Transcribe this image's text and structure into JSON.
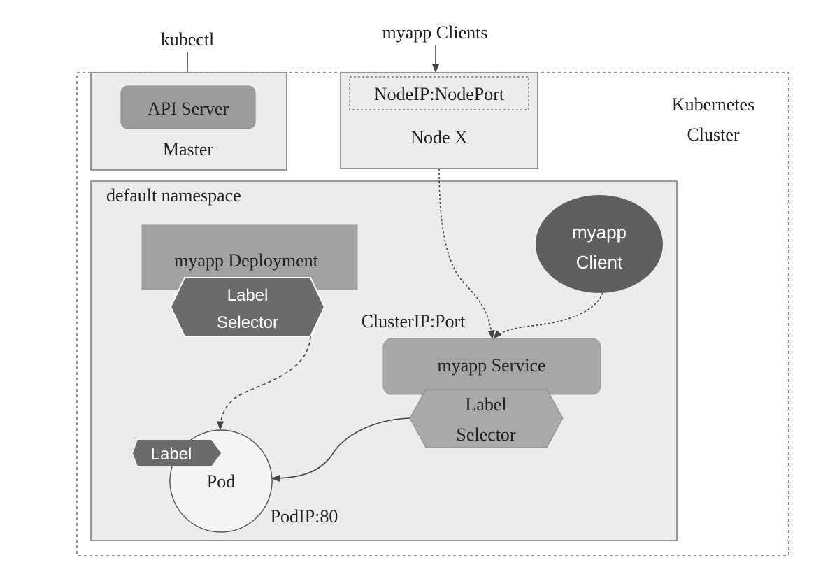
{
  "external": {
    "kubectl": "kubectl",
    "myapp_clients": "myapp Clients"
  },
  "cluster": {
    "label_line1": "Kubernetes",
    "label_line2": "Cluster"
  },
  "master": {
    "api_server": "API Server",
    "label": "Master"
  },
  "node": {
    "nodeport": "NodeIP:NodePort",
    "label": "Node X"
  },
  "namespace": {
    "label": "default namespace"
  },
  "deployment": {
    "label": "myapp Deployment",
    "selector_line1": "Label",
    "selector_line2": "Selector"
  },
  "client": {
    "line1": "myapp",
    "line2": "Client"
  },
  "service": {
    "cluster_ip": "ClusterIP:Port",
    "label": "myapp Service",
    "selector_line1": "Label",
    "selector_line2": "Selector"
  },
  "pod": {
    "label_tag": "Label",
    "label": "Pod",
    "pod_ip": "PodIP:80"
  },
  "colors": {
    "box_fill": "#ececec",
    "box_stroke": "#7a7a7a",
    "api_fill": "#9c9c9c",
    "deploy_fill": "#a2a2a2",
    "hex_fill": "#6b6b6b",
    "client_fill": "#5f5f5f",
    "service_fill": "#a6a6a6",
    "service_hex_fill": "#a9a9a9"
  }
}
